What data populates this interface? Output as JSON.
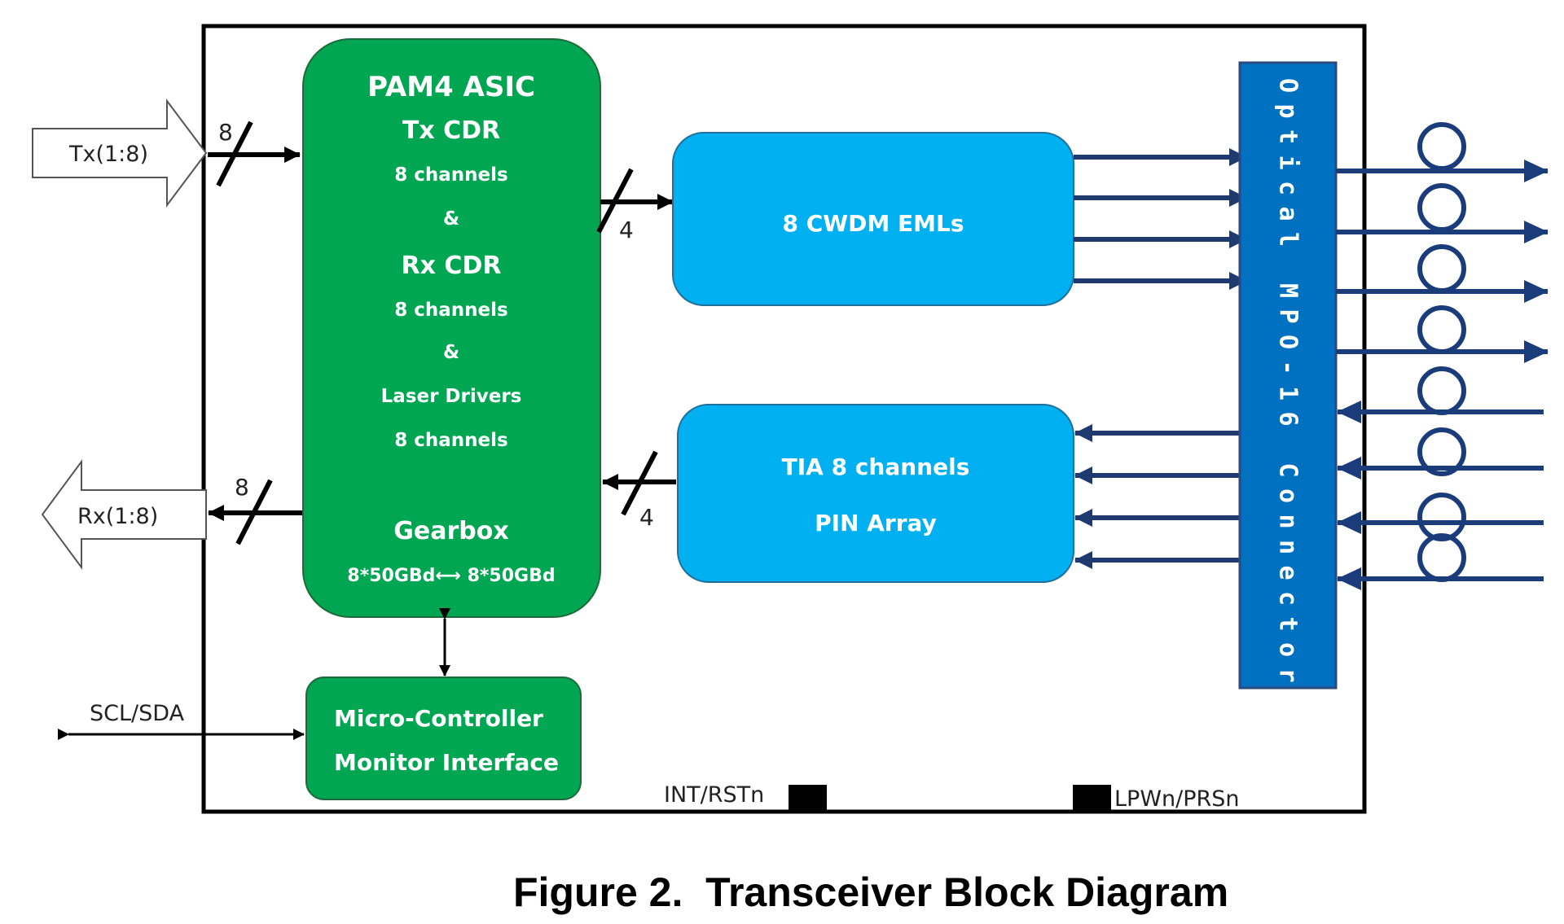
{
  "tx_input": "Tx(1:8)",
  "rx_output": "Rx(1:8)",
  "tx_bus_width": "8",
  "rx_bus_width": "8",
  "asic": {
    "title": "PAM4 ASIC",
    "line1": "Tx CDR",
    "line2": "8 channels",
    "amp1": "&",
    "line3": "Rx CDR",
    "line4": "8 channels",
    "amp2": "&",
    "line5": "Laser Drivers",
    "line6": "8 channels",
    "gearbox": "Gearbox",
    "gearbox_rate": "8*50GBd⟷ 8*50GBd"
  },
  "tx_lane_width": "4",
  "rx_lane_width": "4",
  "emls": {
    "label": "8 CWDM EMLs"
  },
  "tia": {
    "line1": "TIA 8 channels",
    "line2": "PIN Array"
  },
  "mcu": {
    "line1": "Micro-Controller",
    "line2": "Monitor Interface"
  },
  "scl_sda": "SCL/SDA",
  "int_rstn": "INT/RSTn",
  "lpwn_prsn": "LPWn/PRSn",
  "connector": [
    "O",
    "p",
    "t",
    "i",
    "c",
    "a",
    "l",
    "",
    "M",
    "P",
    "O",
    "-",
    "1",
    "6",
    "",
    "C",
    "o",
    "n",
    "n",
    "e",
    "c",
    "t",
    "o",
    "r"
  ],
  "caption": "Figure 2.  Transceiver Block Diagram",
  "colors": {
    "asic_green": "#00a651",
    "eml_blue": "#00b0f0",
    "connector_blue": "#0070c0",
    "arrow_navy": "#1f3a6e",
    "fiber_navy": "#1a3c7a"
  }
}
